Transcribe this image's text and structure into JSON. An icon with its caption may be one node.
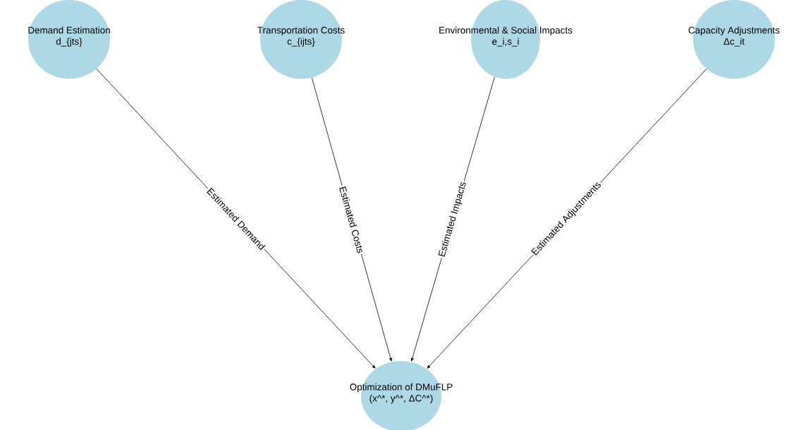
{
  "diagram": {
    "nodes": [
      {
        "text": [
          "Demand Estimation",
          "d_{jts}"
        ]
      },
      {
        "text": [
          "Transportation Costs",
          "c_{ijts}"
        ]
      },
      {
        "text": [
          "Environmental & Social Impacts",
          "e_i,s_i"
        ]
      },
      {
        "text": [
          "Capacity Adjustments",
          "Δc_it"
        ]
      },
      {
        "text": [
          "Optimization of DMuFLP",
          "(x^*, y^*, ΔC^*)"
        ]
      }
    ],
    "edges": [
      {
        "from": 0,
        "to": 4,
        "arrow": "to",
        "label": "Estimated Demand"
      },
      {
        "from": 1,
        "to": 4,
        "arrow": "to",
        "label": "Estimated Costs"
      },
      {
        "from": 2,
        "to": 4,
        "arrow": "to",
        "label": "Estimated Impacts"
      },
      {
        "from": 3,
        "to": 4,
        "arrow": "to",
        "label": "Estimated Adjustments"
      }
    ]
  }
}
